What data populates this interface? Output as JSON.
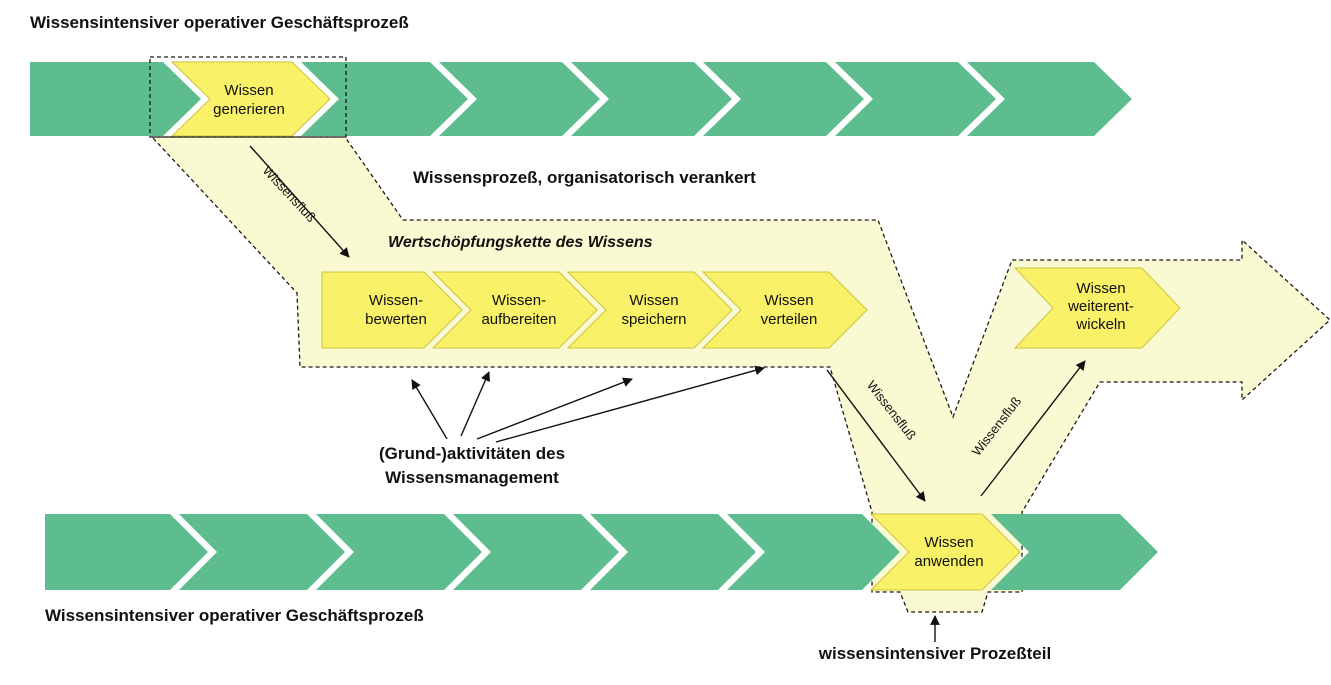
{
  "colors": {
    "green": "#5EBD8E",
    "yellow": "#F9F168",
    "cream": "#FAFAD2",
    "text": "#111111"
  },
  "headings": {
    "top_process": "Wissensintensiver operativer Geschäftsprozeß",
    "bottom_process": "Wissensintensiver operativer Geschäftsprozeß",
    "knowledge_process": "Wissensprozeß, organisatorisch verankert",
    "value_chain": "Wertschöpfungskette des Wissens",
    "activities_line1": "(Grund-)aktivitäten des",
    "activities_line2": "Wissensmanagement",
    "process_part": "wissensintensiver Prozeßteil"
  },
  "flows": {
    "flow1": "Wissensfluß",
    "flow2": "Wissensfluß",
    "flow3": "Wissensfluß"
  },
  "chevrons": {
    "generieren": {
      "line1": "Wissen",
      "line2": "generieren"
    },
    "bewerten": {
      "line1": "Wissen-",
      "line2": "bewerten"
    },
    "aufbereiten": {
      "line1": "Wissen-",
      "line2": "aufbereiten"
    },
    "speichern": {
      "line1": "Wissen",
      "line2": "speichern"
    },
    "verteilen": {
      "line1": "Wissen",
      "line2": "verteilen"
    },
    "anwenden": {
      "line1": "Wissen",
      "line2": "anwenden"
    },
    "weiterentwickeln": {
      "line1": "Wissen",
      "line2": "weiterent-",
      "line3": "wickeln"
    }
  }
}
